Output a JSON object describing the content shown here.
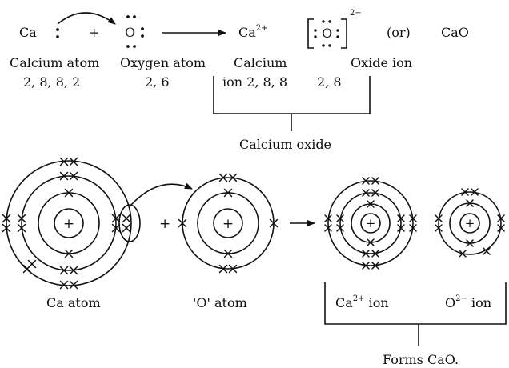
{
  "equation": {
    "ca_symbol": "Ca",
    "plus": "+",
    "o_symbol": "O",
    "ca_ion_symbol": "Ca",
    "ca_ion_charge": "2+",
    "oxide_bracket_symbol": "O",
    "oxide_charge": "2−",
    "or_text": "(or)",
    "product_formula": "CaO"
  },
  "labels": {
    "calcium_atom": "Calcium atom",
    "calcium_atom_config": "2, 8, 8, 2",
    "oxygen_atom": "Oxygen atom",
    "oxygen_atom_config": "2, 6",
    "calcium_ion_line1": "Calcium",
    "calcium_ion_line2": "ion 2, 8, 8",
    "oxide_ion_config": "2, 8",
    "oxide_ion": "Oxide ion",
    "calcium_oxide": "Calcium oxide"
  },
  "shell_diagram": {
    "nucleus_symbol": "+",
    "plus": "+",
    "ca_atom_label": "Ca atom",
    "o_atom_label": "'O' atom",
    "ca_ion_label": "Ca",
    "ca_ion_charge": "2+",
    "ca_ion_suffix": " ion",
    "o_ion_label": "O",
    "o_ion_charge": "2−",
    "o_ion_suffix": " ion",
    "forms_label": "Forms CaO."
  },
  "colors": {
    "ink": "#111111",
    "background": "#ffffff"
  }
}
